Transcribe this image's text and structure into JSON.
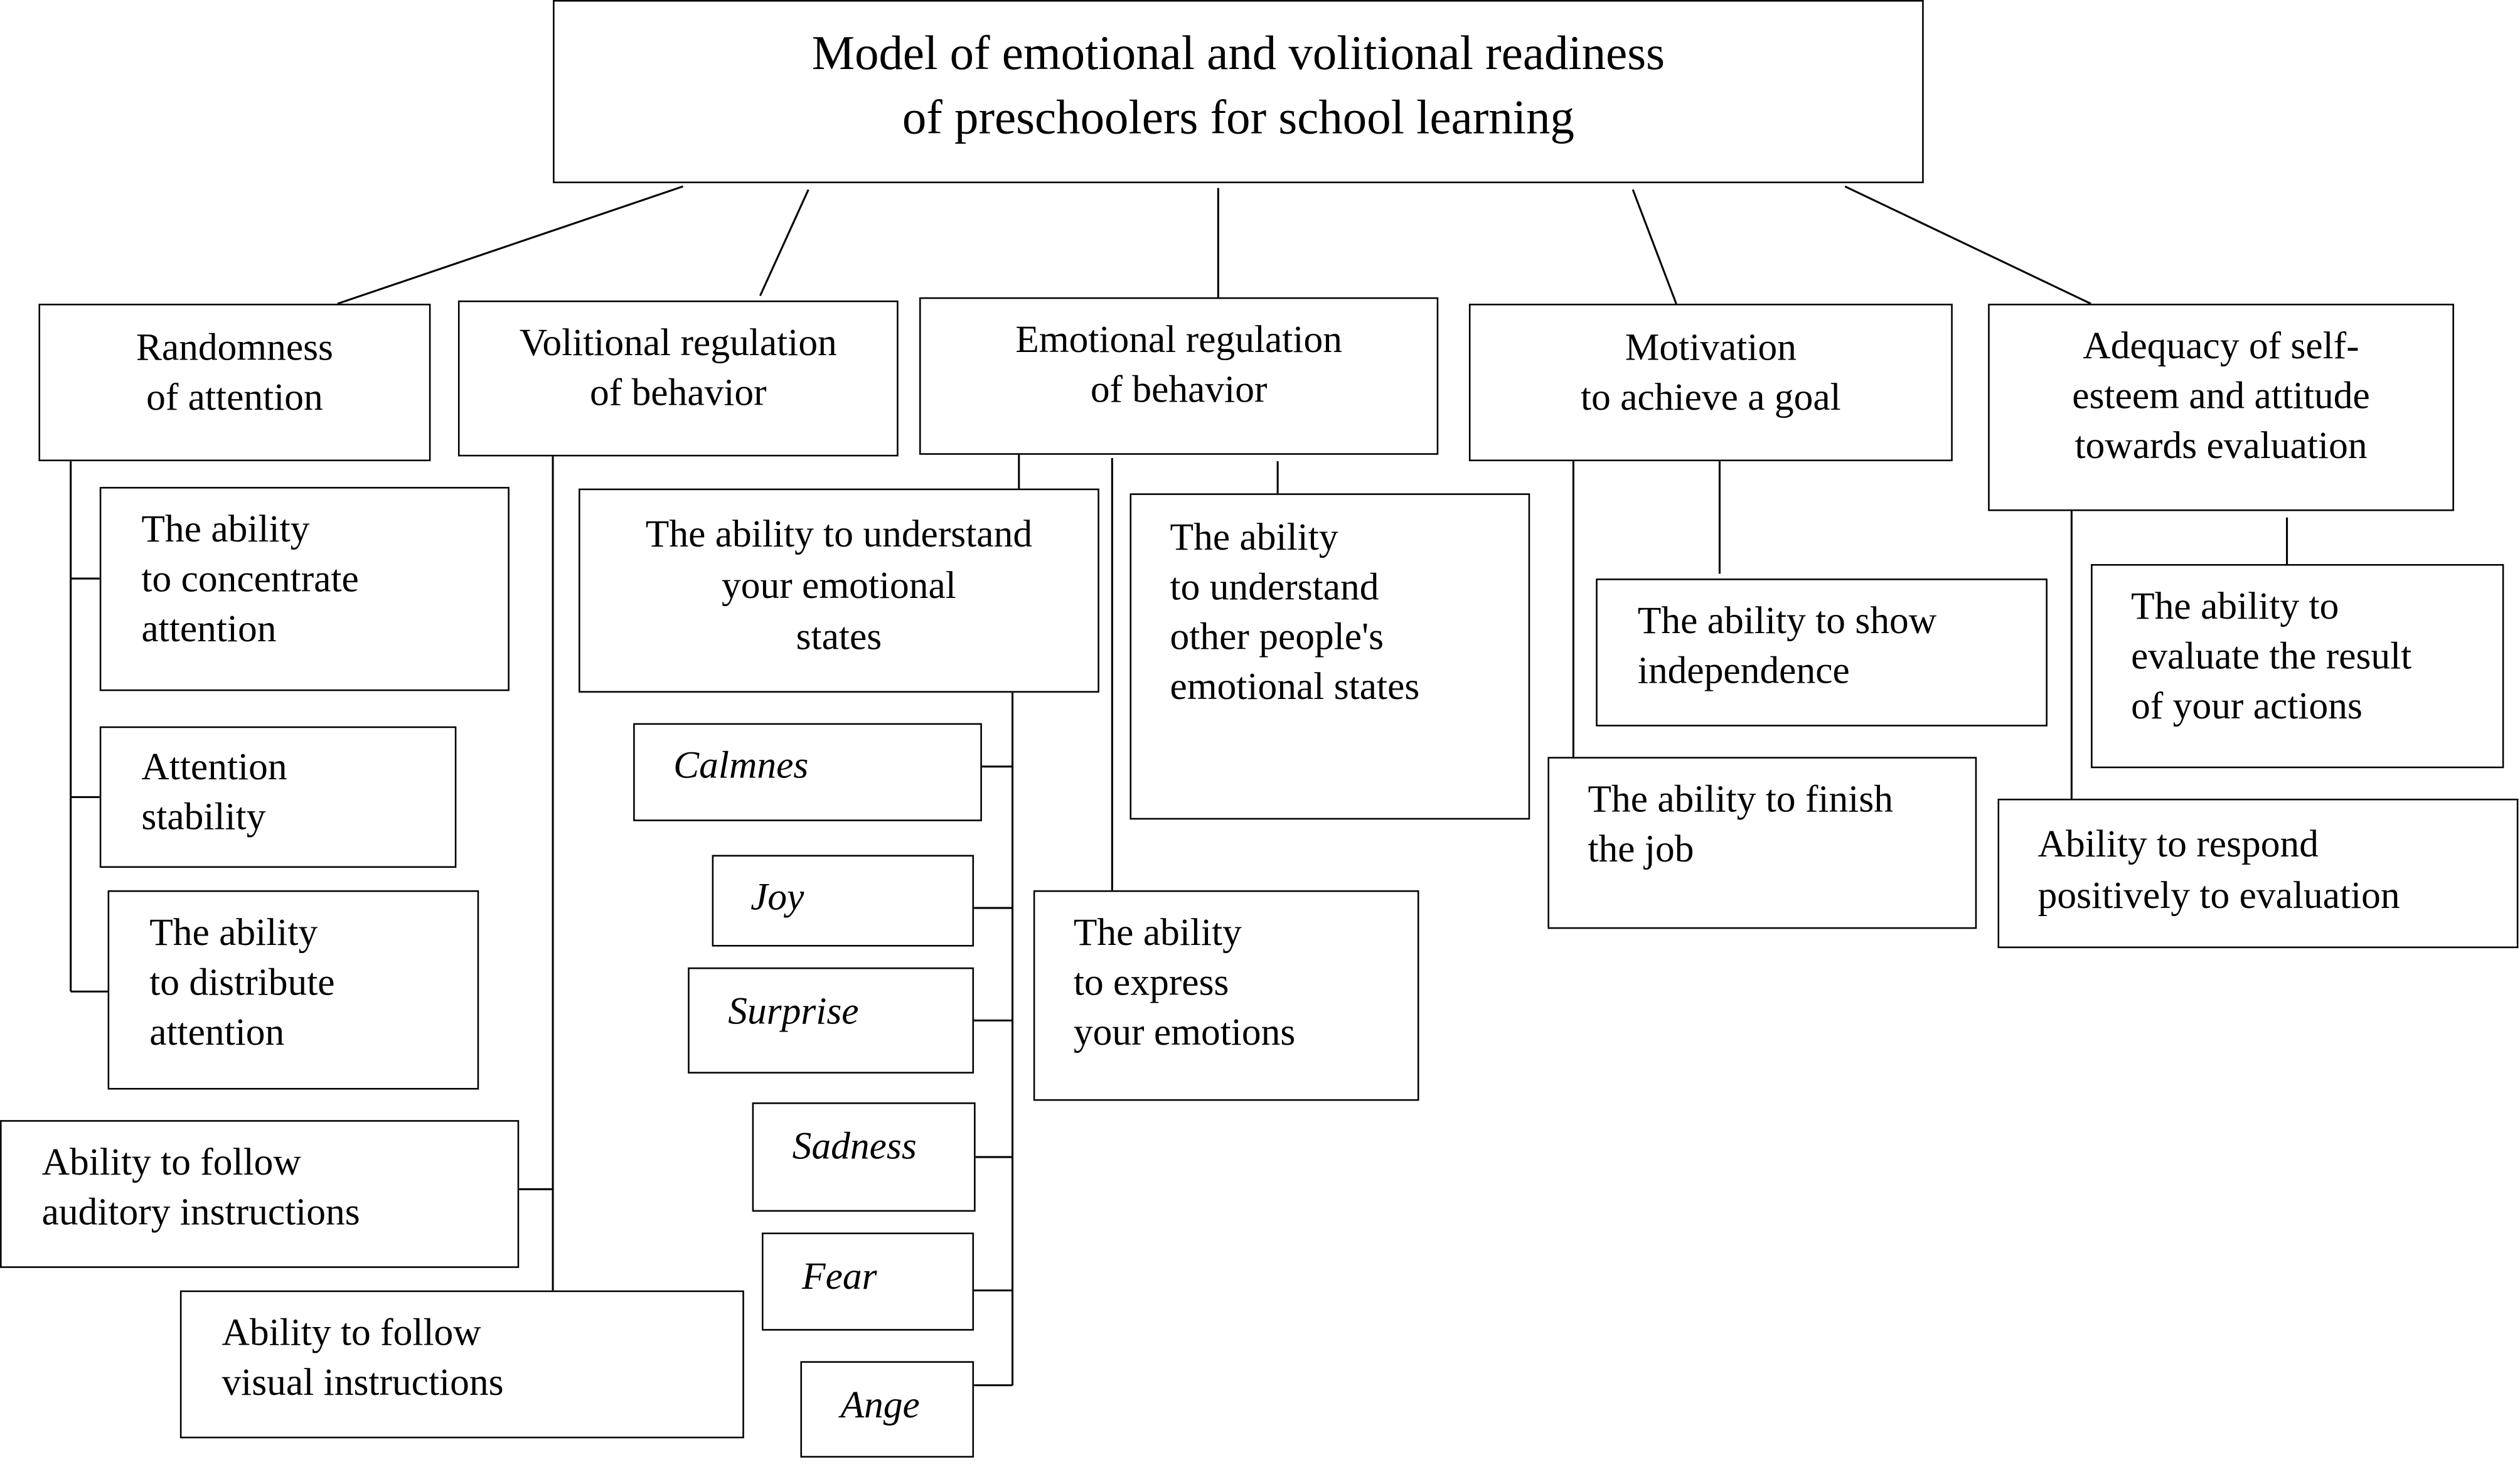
{
  "title": "Model of emotional and volitional readiness\nof preschoolers for school learning",
  "components": {
    "randomness": "Randomness\nof attention",
    "volitional": "Volitional regulation\nof behavior",
    "emotional": "Emotional regulation\nof behavior",
    "motivation": "Motivation\nto achieve a goal",
    "adequacy": "Adequacy of self-\nesteem and attitude\ntowards evaluation"
  },
  "attention": {
    "concentrate": "The ability\nto concentrate\nattention",
    "stability": "Attention\nstability",
    "distribute": "The ability\nto distribute\nattention"
  },
  "instructions": {
    "auditory": "Ability to follow\nauditory instructions",
    "visual": "Ability to follow\nvisual instructions"
  },
  "emotion_skills": {
    "understand_own": "The ability to understand\nyour emotional\nstates",
    "understand_others": "The ability\nto understand\nother people's\nemotional states",
    "express": "The ability\nto express\nyour emotions"
  },
  "emotions": [
    "Calmnes",
    "Joy",
    "Surprise",
    "Sadness",
    "Fear",
    "Ange"
  ],
  "motivation_skills": {
    "independence": "The ability to show\nindependence",
    "finish": "The ability to finish\nthe job"
  },
  "evaluation_skills": {
    "evaluate": "The ability to\nevaluate the result\nof your actions",
    "respond": "Ability to respond\npositively to evaluation"
  }
}
